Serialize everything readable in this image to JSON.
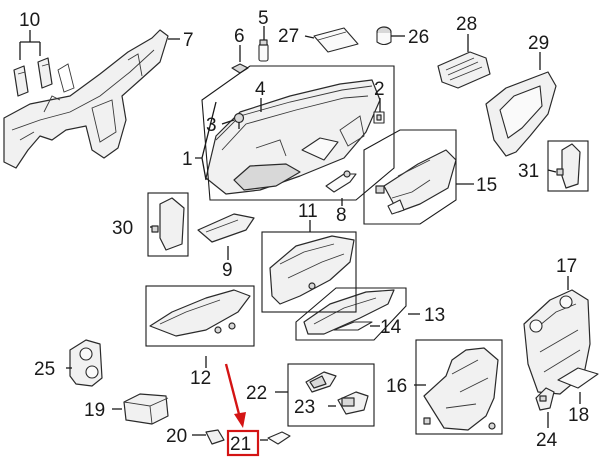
{
  "diagram": {
    "callouts": [
      "1",
      "2",
      "3",
      "4",
      "5",
      "6",
      "7",
      "8",
      "9",
      "10",
      "11",
      "12",
      "13",
      "14",
      "15",
      "16",
      "17",
      "18",
      "19",
      "20",
      "21",
      "22",
      "23",
      "24",
      "25",
      "26",
      "27",
      "28",
      "29",
      "30",
      "31"
    ],
    "highlighted_callout": "21",
    "colors": {
      "line": "#1a1a1a",
      "highlight": "#d41414",
      "part_fill": "#f1f1f1",
      "background": "#ffffff"
    }
  }
}
